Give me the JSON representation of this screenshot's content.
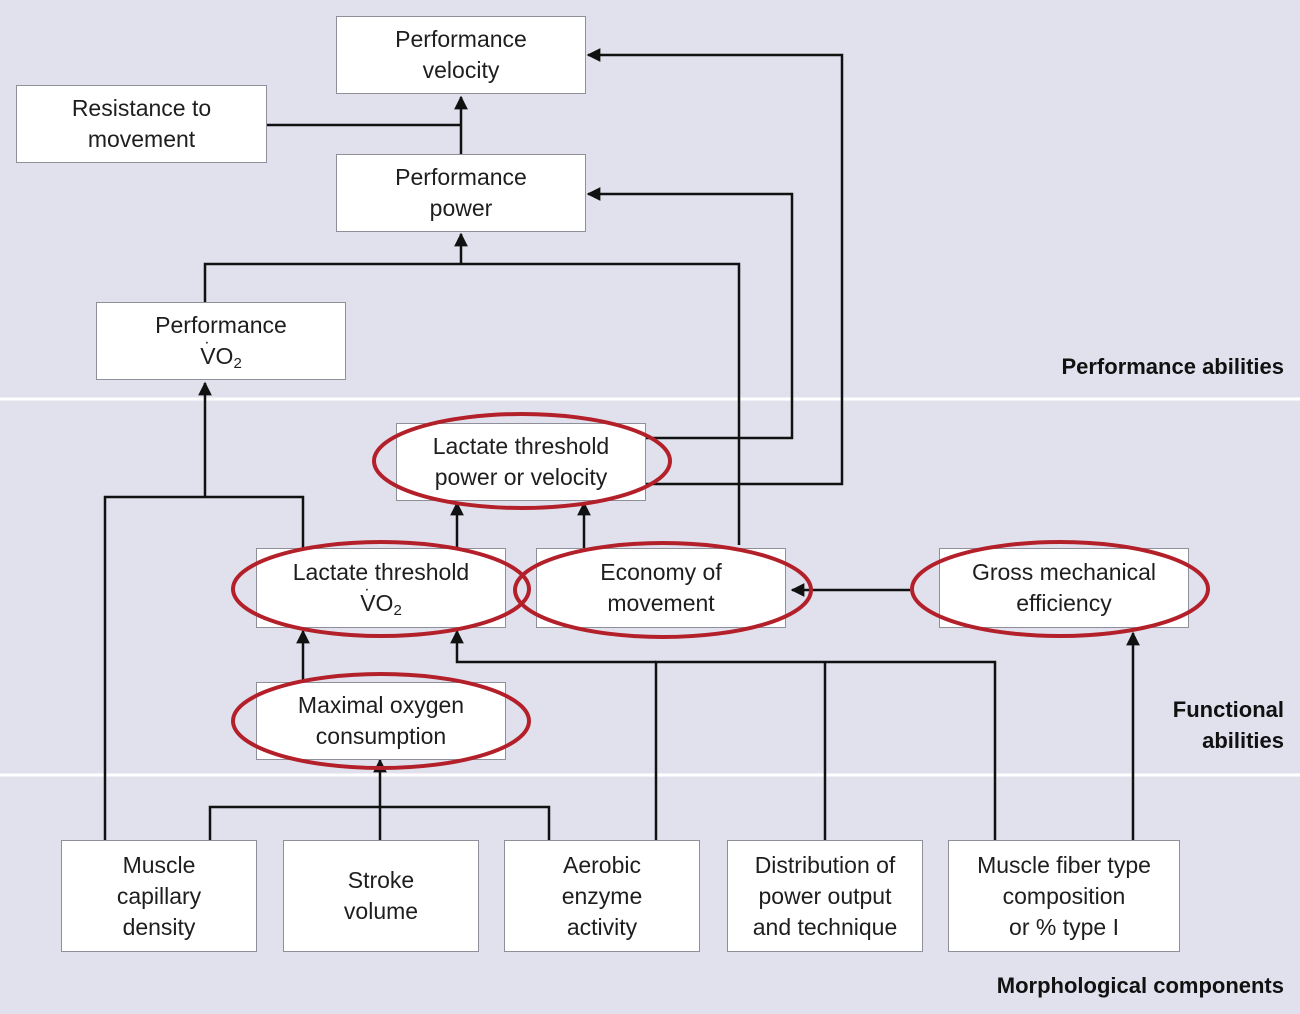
{
  "zones": {
    "performance": "Performance abilities",
    "functional_line1": "Functional",
    "functional_line2": "abilities",
    "morphological": "Morphological components"
  },
  "nodes": {
    "performance_velocity": [
      "Performance",
      "velocity"
    ],
    "resistance_to_movement": [
      "Resistance to",
      "movement"
    ],
    "performance_power": [
      "Performance",
      "power"
    ],
    "performance_vo2": {
      "line1": "Performance",
      "vo2": "VO",
      "sub": "2"
    },
    "lactate_threshold_power": [
      "Lactate threshold",
      "power or velocity"
    ],
    "lactate_threshold_vo2": {
      "line1": "Lactate threshold",
      "vo2": "VO",
      "sub": "2"
    },
    "economy_of_movement": [
      "Economy of",
      "movement"
    ],
    "gross_mechanical_efficiency": [
      "Gross mechanical",
      "efficiency"
    ],
    "maximal_oxygen_consumption": [
      "Maximal oxygen",
      "consumption"
    ],
    "muscle_capillary_density": [
      "Muscle",
      "capillary",
      "density"
    ],
    "stroke_volume": [
      "Stroke",
      "volume"
    ],
    "aerobic_enzyme_activity": [
      "Aerobic",
      "enzyme",
      "activity"
    ],
    "distribution_power_output": [
      "Distribution of",
      "power output",
      "and technique"
    ],
    "muscle_fiber_type": [
      "Muscle fiber type",
      "composition",
      "or % type I"
    ]
  },
  "colors": {
    "background": "#e1e1ee",
    "highlight_ellipse": "#b3202a",
    "connector": "#111111",
    "zone_divider": "#ffffff"
  }
}
